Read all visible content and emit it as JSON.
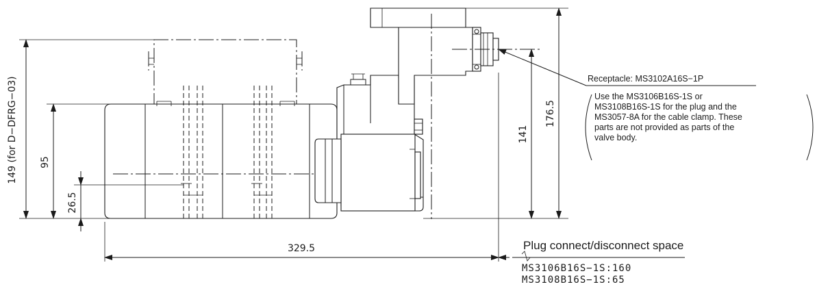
{
  "dimensions": {
    "width": "329.5",
    "height_total": "149 (for D−DFRG−03)",
    "height_body": "95",
    "height_axis": "26.5",
    "height_receptacle": "141",
    "height_top": "176.5"
  },
  "receptacle": {
    "label": "Receptacle: MS3102A16S−1P"
  },
  "note": {
    "lines": [
      "Use the MS3106B16S-1S or",
      "MS3108B16S-1S for the plug and the",
      "MS3057-8A for the cable clamp. These",
      "parts are not provided as parts of the",
      "valve body."
    ]
  },
  "plug_space": {
    "title": "Plug connect/disconnect space",
    "items": [
      "MS3106B16S−1S:160",
      "MS3108B16S−1S:65"
    ]
  }
}
